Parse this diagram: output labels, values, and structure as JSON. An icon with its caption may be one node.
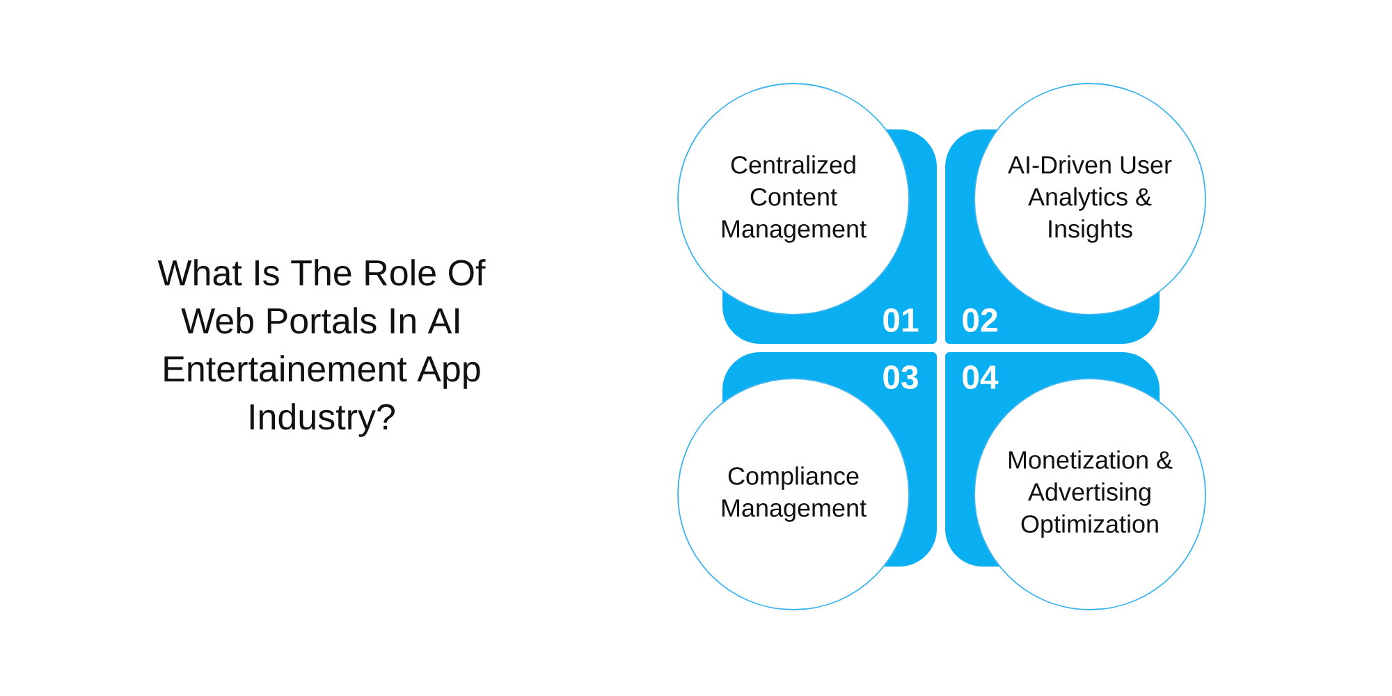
{
  "diagram": {
    "title": "What Is The Role Of Web Portals In AI Entertainement App Industry?",
    "nodes": [
      {
        "text": [
          "Centralized Content Management",
          "01"
        ]
      },
      {
        "text": [
          "AI-Driven User Analytics & Insights",
          "02"
        ]
      },
      {
        "text": [
          "Compliance Management",
          "03"
        ]
      },
      {
        "text": [
          "Monetization & Advertising Optimization",
          "04"
        ]
      }
    ]
  }
}
